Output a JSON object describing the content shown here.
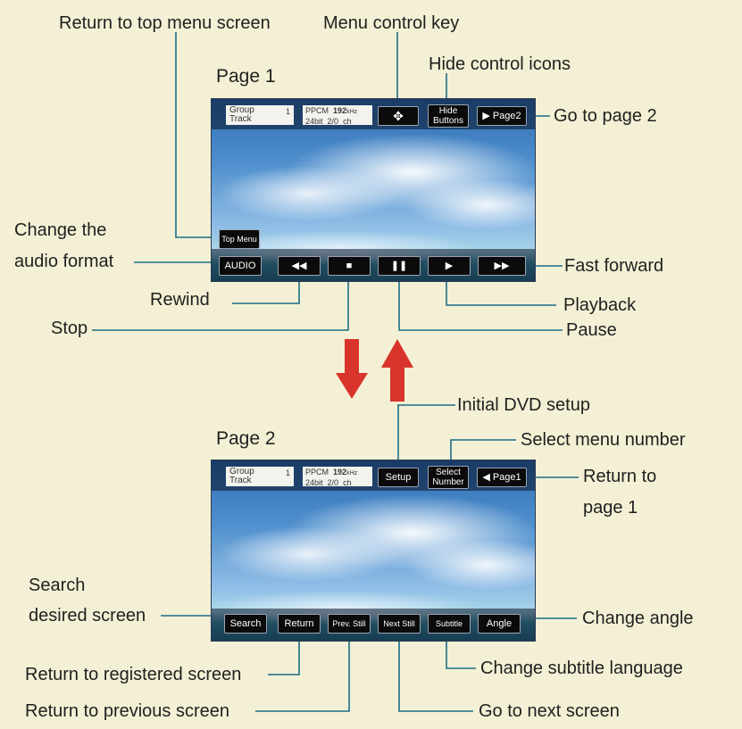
{
  "pages": {
    "page1_title": "Page 1",
    "page2_title": "Page 2"
  },
  "status": {
    "group": "Group",
    "track": "Track",
    "count_top": "1",
    "count_bottom": "1",
    "format": "PPCM",
    "bits": "24bit",
    "channels": "2/0",
    "rate": "192",
    "rate_unit": "kHz",
    "ch": "ch"
  },
  "screen1": {
    "hide_btn": "Hide Buttons",
    "page2_btn": "Page2",
    "top_menu_btn": "Top Menu",
    "audio_btn": "AUDIO"
  },
  "screen2": {
    "setup_btn": "Setup",
    "select_number_btn": "Select Number",
    "page1_btn": "Page1",
    "search_btn": "Search",
    "return_btn": "Return",
    "prev_still_btn": "Prev. Still",
    "next_still_btn": "Next Still",
    "subtitle_btn": "Subtitle",
    "angle_btn": "Angle"
  },
  "labels": {
    "return_top_menu": "Return to top menu screen",
    "menu_control_key": "Menu control key",
    "hide_control_icons": "Hide control icons",
    "go_to_page2": "Go to page 2",
    "change_audio_1": "Change the",
    "change_audio_2": "audio format",
    "fast_forward": "Fast forward",
    "rewind": "Rewind",
    "playback": "Playback",
    "stop": "Stop",
    "pause": "Pause",
    "initial_dvd_setup": "Initial DVD setup",
    "select_menu_number": "Select menu number",
    "return_page1_1": "Return to",
    "return_page1_2": "page 1",
    "search_1": "Search",
    "search_2": "desired screen",
    "change_angle": "Change angle",
    "return_registered": "Return to registered screen",
    "change_subtitle": "Change subtitle language",
    "return_previous": "Return to previous screen",
    "go_next": "Go to next screen"
  },
  "colors": {
    "background": "#f4f0d5",
    "leader": "#1b6e86",
    "arrow": "#d9342b"
  },
  "icons": {
    "menu_control": "four-way-arrow-icon",
    "rewind": "rewind-icon",
    "stop": "stop-icon",
    "pause": "pause-icon",
    "play": "play-icon",
    "fast_forward": "fast-forward-icon",
    "page_next": "chevron-right-icon",
    "page_prev": "chevron-left-icon",
    "switch_down": "down-arrow-icon",
    "switch_up": "up-arrow-icon"
  }
}
